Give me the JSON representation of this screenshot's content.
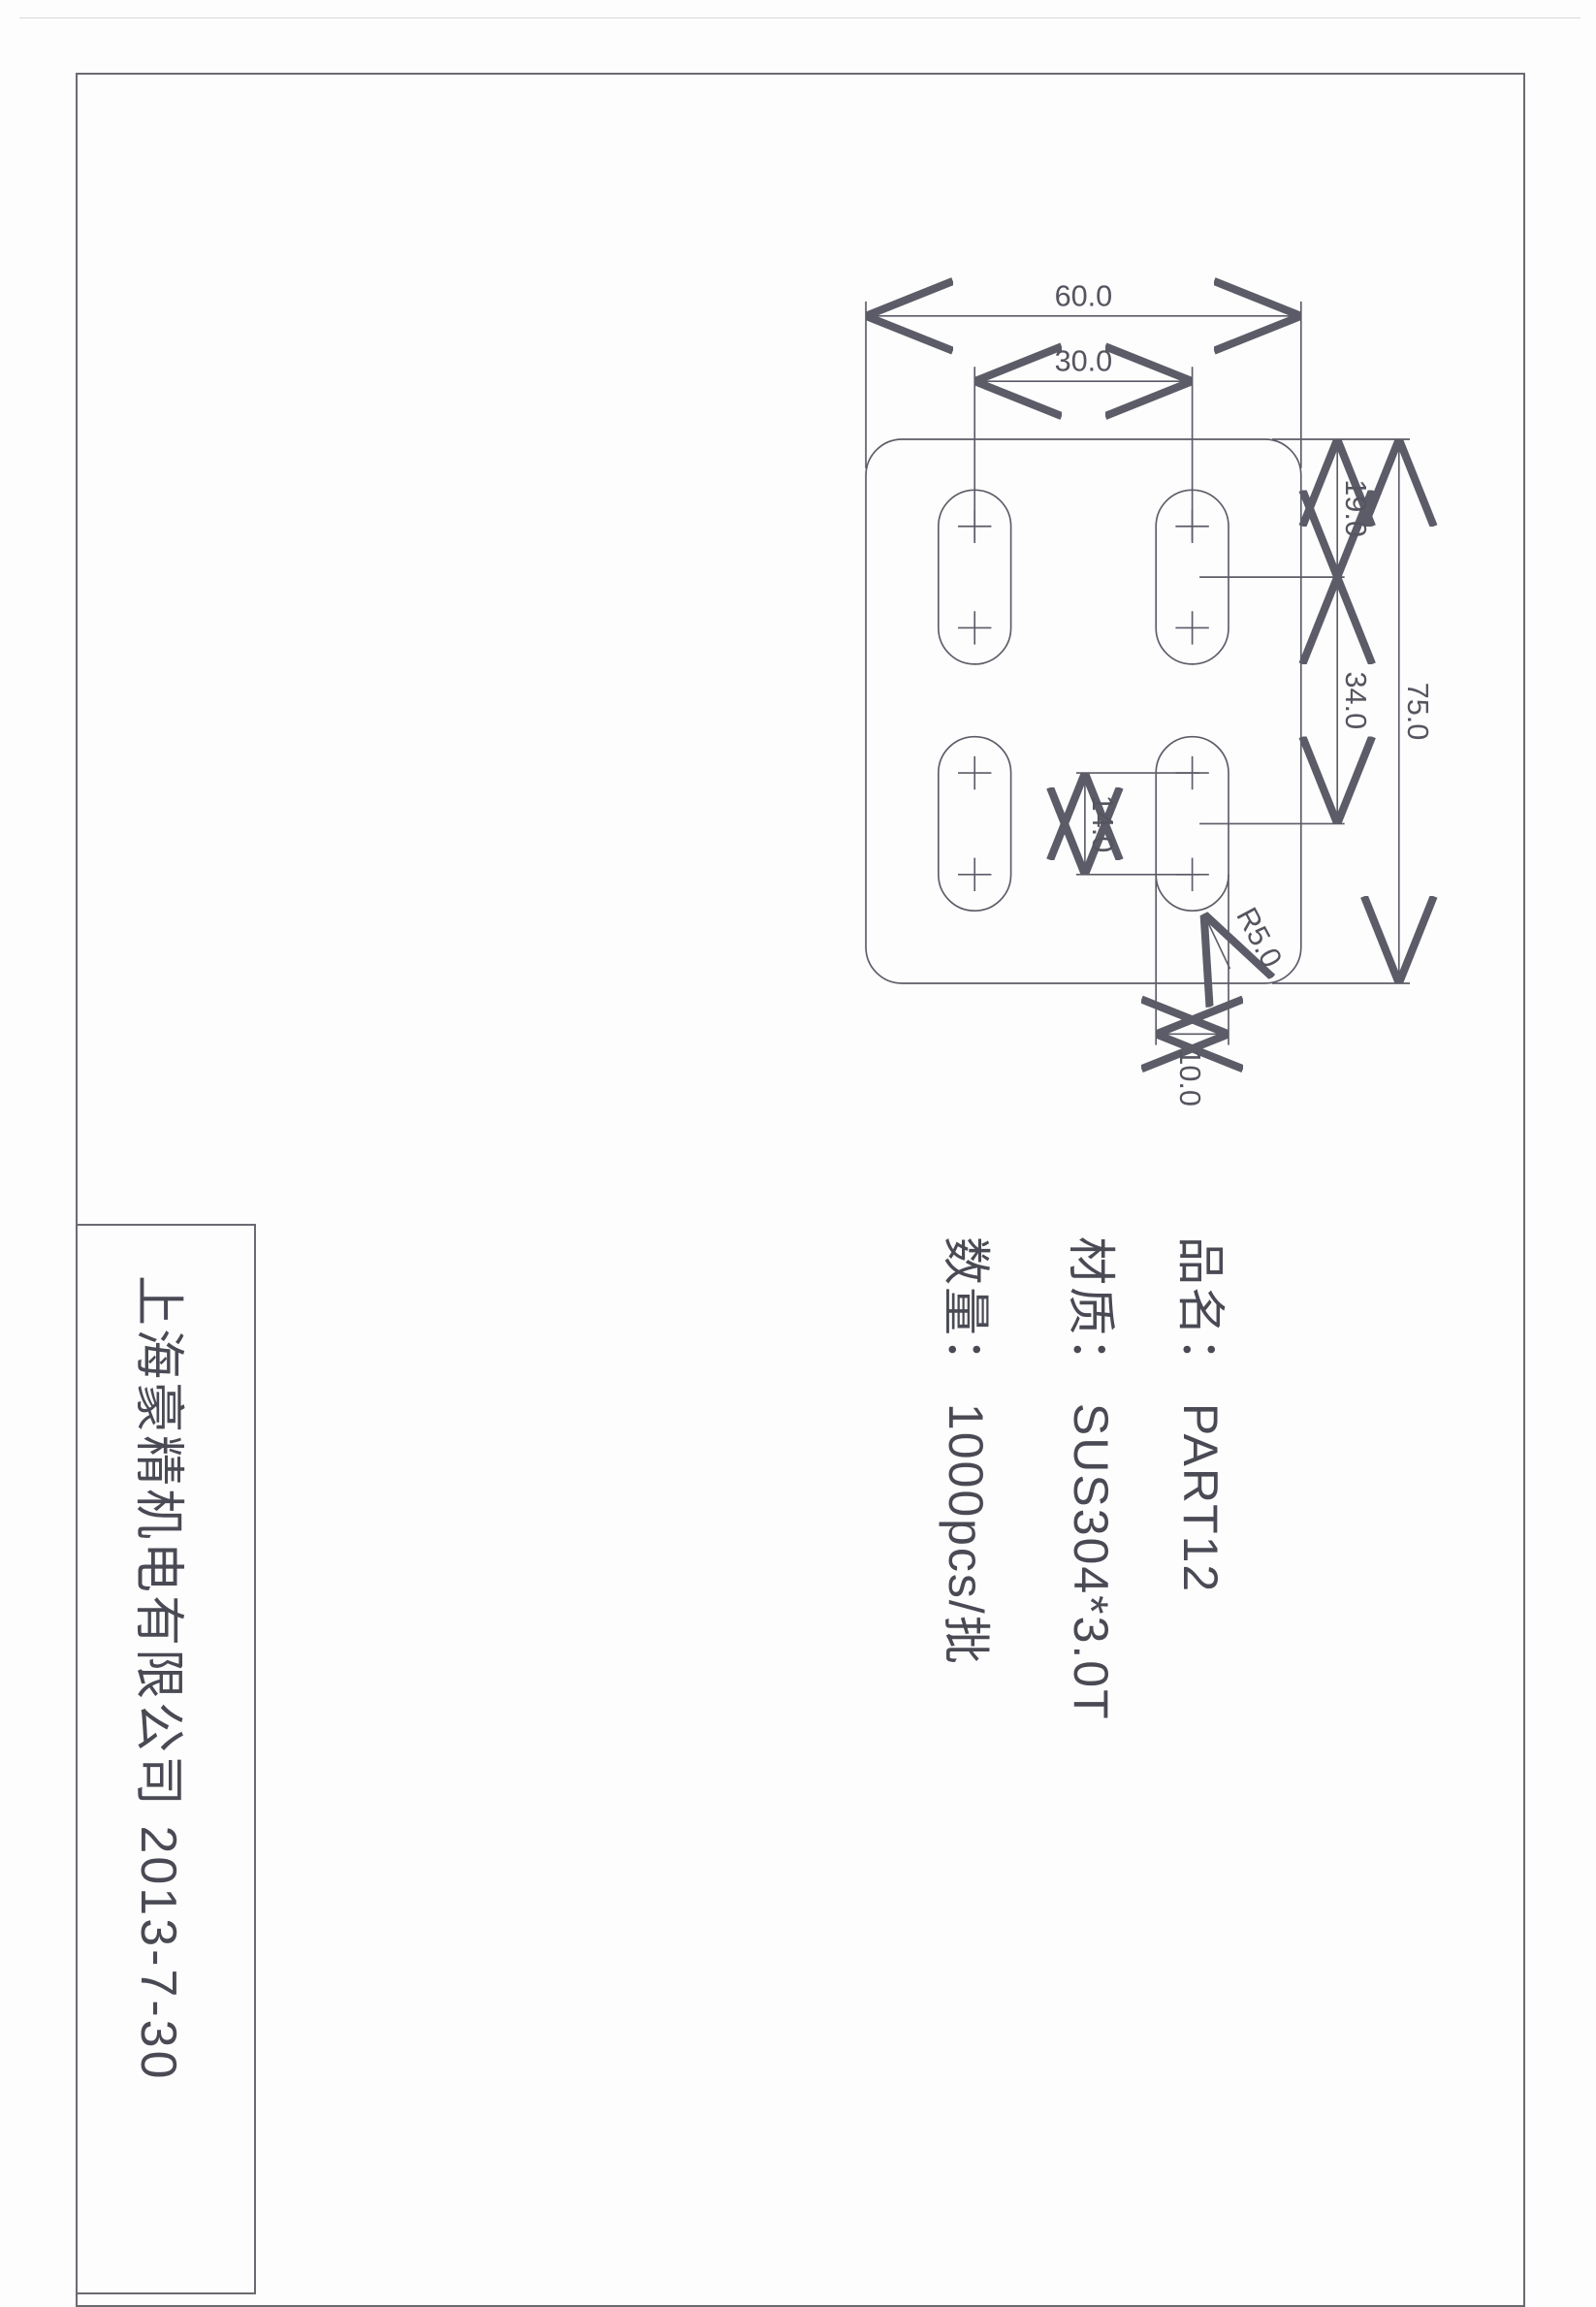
{
  "drawing": {
    "dimensions": {
      "overall_width": "60.0",
      "slot_pitch_x": "30.0",
      "top_to_slot": "19.0",
      "slot_pitch_y": "34.0",
      "overall_height": "75.0",
      "slot_length": "14.0",
      "slot_width": "10.0",
      "slot_radius": "R5.0"
    }
  },
  "spec": {
    "name_line": "品名：  PART12",
    "material_line": "材质：  SUS304*3.0T",
    "quantity_line": "数量：  1000pcs/批"
  },
  "title_block": {
    "company_date": "上海豪精机电有限公司  2013-7-30"
  },
  "colors": {
    "line": "#5c5c68",
    "paper": "#fdfdfd"
  }
}
